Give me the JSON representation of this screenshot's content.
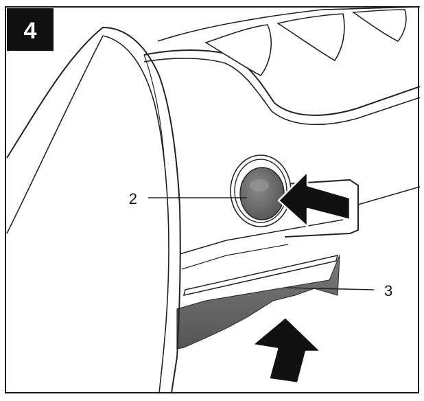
{
  "figure": {
    "step_number": "4",
    "callouts": [
      {
        "id": "button",
        "label": "2"
      },
      {
        "id": "lever",
        "label": "3"
      }
    ],
    "colors": {
      "frame": "#1a1a1a",
      "badge_bg": "#111111",
      "badge_text": "#ffffff",
      "line": "#222222",
      "button_dark": "#555555",
      "button_light": "#8a8a8a",
      "lever_dark": "#5a5a5a",
      "arrow": "#111111",
      "background": "#ffffff"
    },
    "icons": [
      "push-arrow-icon",
      "lift-arrow-icon"
    ]
  }
}
